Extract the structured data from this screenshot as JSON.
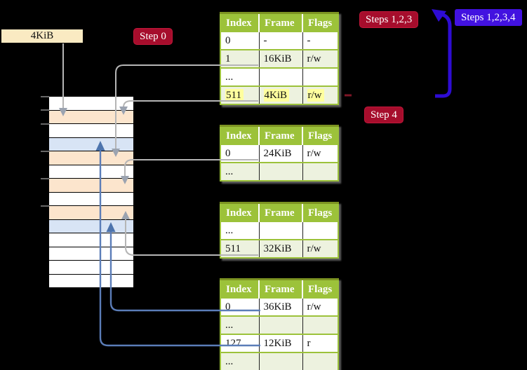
{
  "labels": {
    "page_size": "4KiB",
    "step0": "Step 0",
    "steps123": "Steps 1,2,3",
    "steps1234": "Steps 1,2,3,4",
    "step4": "Step 4"
  },
  "colors": {
    "table_header_green": "#9cc23a",
    "row_light_green": "#edf2df",
    "highlight_yellow": "#ffff9e",
    "frame_peach": "#fce5cd",
    "frame_light_blue": "#d8e4f5",
    "size_label_cream": "#faeac2",
    "step_badge_red": "#a60d2c",
    "steps_badge_blue": "#4212e0",
    "loop_arrow_blue": "#2e0cd4",
    "connector_gray": "#b5b5b5",
    "connector_blue": "#5b7db8"
  },
  "memory_strip": {
    "rows": [
      {
        "color": "white"
      },
      {
        "color": "peach"
      },
      {
        "color": "white"
      },
      {
        "color": "blue"
      },
      {
        "color": "peach"
      },
      {
        "color": "white"
      },
      {
        "color": "peach"
      },
      {
        "color": "white"
      },
      {
        "color": "peach"
      },
      {
        "color": "blue"
      },
      {
        "color": "white"
      },
      {
        "color": "white"
      },
      {
        "color": "white"
      },
      {
        "color": "white"
      }
    ]
  },
  "page_tables": [
    {
      "headers": [
        "Index",
        "Frame",
        "Flags"
      ],
      "rows": [
        {
          "cells": [
            "0",
            "-",
            "-"
          ],
          "highlight": false
        },
        {
          "cells": [
            "1",
            "16KiB",
            "r/w"
          ],
          "highlight": false
        },
        {
          "cells": [
            "...",
            "",
            ""
          ],
          "highlight": false
        },
        {
          "cells": [
            "511",
            "4KiB",
            "r/w"
          ],
          "highlight": true
        }
      ]
    },
    {
      "headers": [
        "Index",
        "Frame",
        "Flags"
      ],
      "rows": [
        {
          "cells": [
            "0",
            "24KiB",
            "r/w"
          ],
          "highlight": false
        },
        {
          "cells": [
            "...",
            "",
            ""
          ],
          "highlight": false
        }
      ]
    },
    {
      "headers": [
        "Index",
        "Frame",
        "Flags"
      ],
      "rows": [
        {
          "cells": [
            "...",
            "",
            ""
          ],
          "highlight": false
        },
        {
          "cells": [
            "511",
            "32KiB",
            "r/w"
          ],
          "highlight": false
        }
      ]
    },
    {
      "headers": [
        "Index",
        "Frame",
        "Flags"
      ],
      "rows": [
        {
          "cells": [
            "0",
            "36KiB",
            "r/w"
          ],
          "highlight": false
        },
        {
          "cells": [
            "...",
            "",
            ""
          ],
          "highlight": false
        },
        {
          "cells": [
            "127",
            "12KiB",
            "r"
          ],
          "highlight": false
        },
        {
          "cells": [
            "...",
            "",
            ""
          ],
          "highlight": false
        }
      ]
    }
  ]
}
